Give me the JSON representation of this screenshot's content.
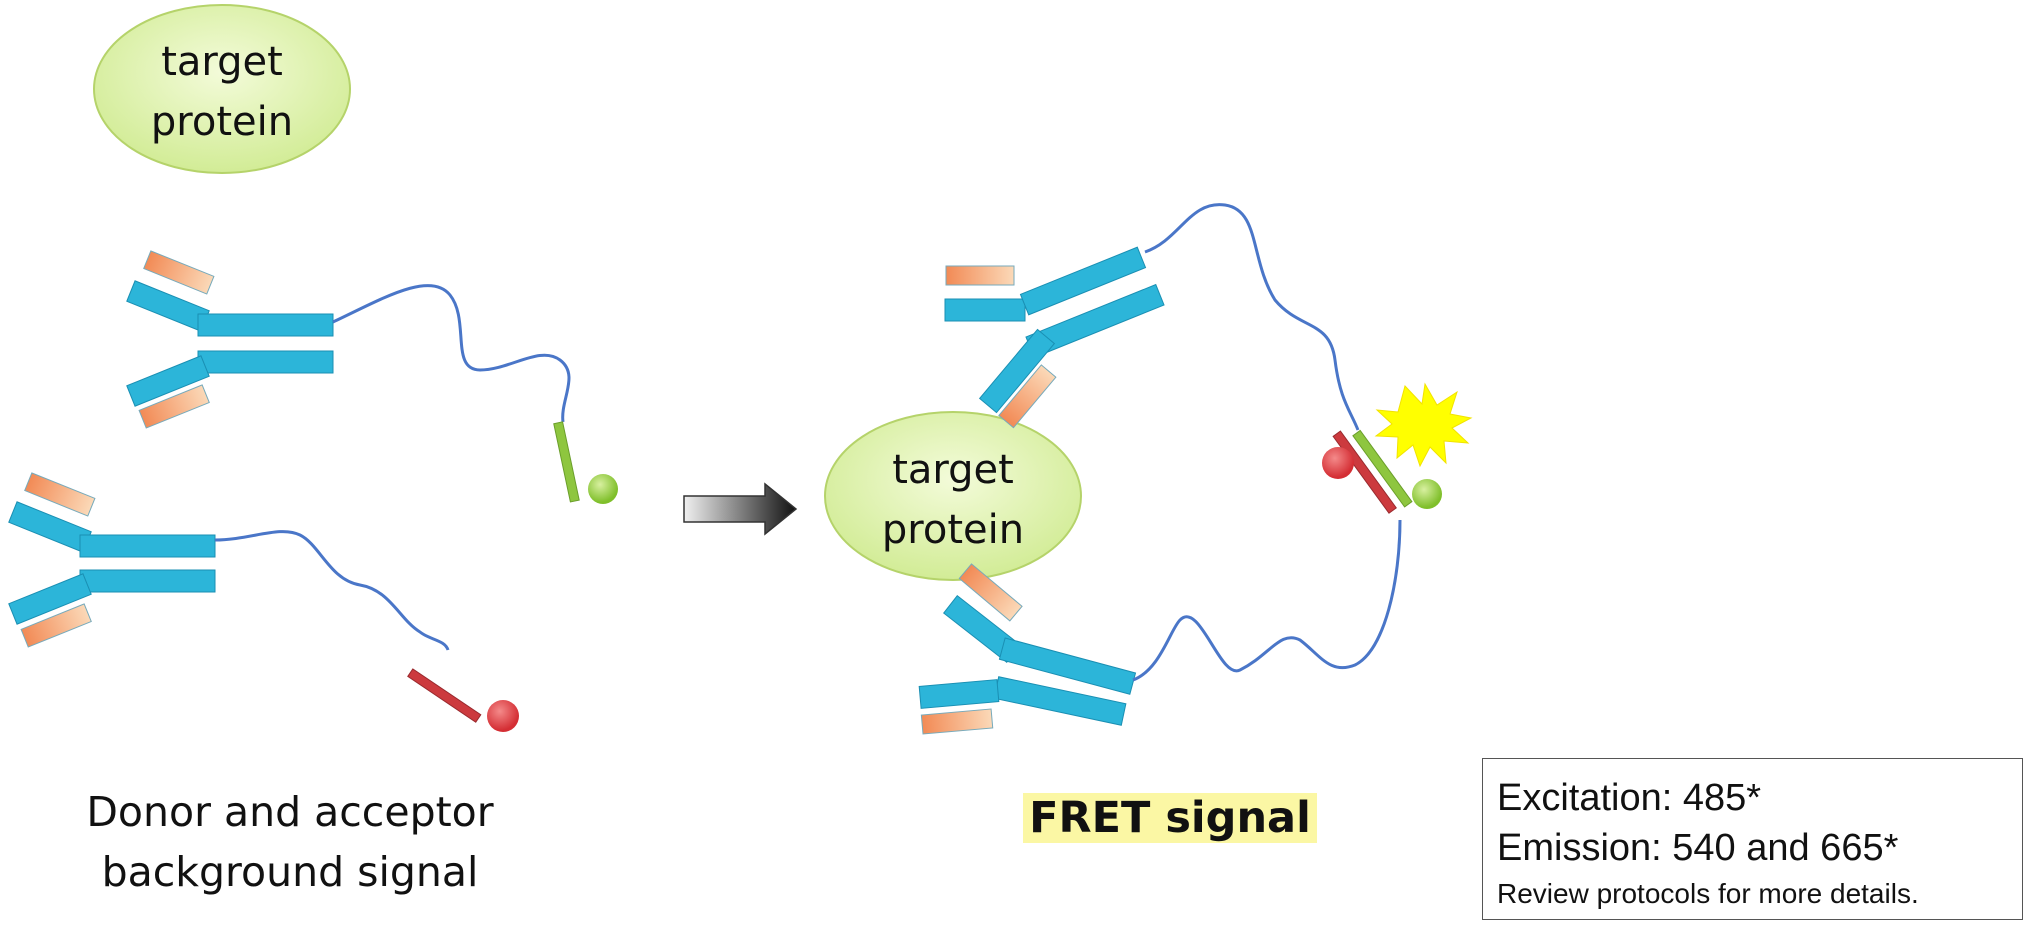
{
  "proteins": {
    "top_line1": "target",
    "top_line2": "protein",
    "bound_line1": "target",
    "bound_line2": "protein"
  },
  "labels": {
    "left_line1": "Donor and acceptor",
    "left_line2": "background signal",
    "fret": "FRET signal"
  },
  "info_box": {
    "excitation": "Excitation: 485*",
    "emission": "Emission: 540 and 665*",
    "note": "Review protocols for more details."
  },
  "colors": {
    "antibody": "#2cb5d9",
    "antibody_stroke": "#1a8fb3",
    "light_chain": "#f29a6a",
    "linker": "#4a76c8",
    "donor": "#8ec63f",
    "acceptor": "#d9363b",
    "protein_fill": "#dbf0a8",
    "flash": "#ffff00"
  }
}
